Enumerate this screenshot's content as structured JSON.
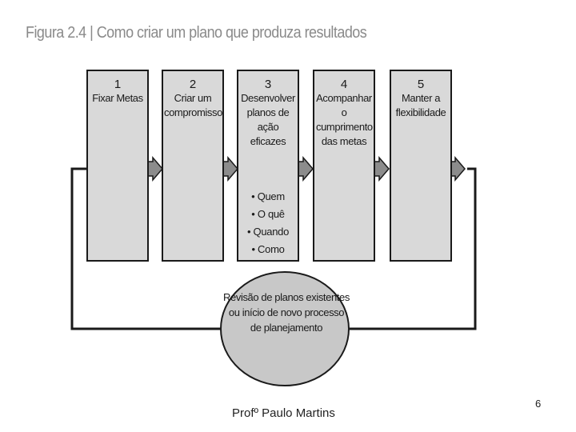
{
  "figure_title": "Figura 2.4 | Como criar um plano que produza resultados",
  "steps": [
    {
      "number": "1",
      "label": "Fixar Metas"
    },
    {
      "number": "2",
      "label": "Criar um compromisso"
    },
    {
      "number": "3",
      "label": "Desenvolver planos de ação eficazes"
    },
    {
      "number": "4",
      "label": "Acompanhar o cumprimento das metas"
    },
    {
      "number": "5",
      "label": "Manter a flexibilidade"
    }
  ],
  "step3_bullets": [
    "Quem",
    "O quê",
    "Quando",
    "Como"
  ],
  "review_text": "Revisão de planos existentes ou início de novo processo de planejamento",
  "footer": "Profº Paulo Martins",
  "page_number": "6",
  "colors": {
    "box_fill": "#d9d9d9",
    "arrow_fill": "#8c8c8c",
    "ellipse_fill": "#c8c8c8",
    "line": "#1a1a1a",
    "title": "#8a8a8a"
  }
}
